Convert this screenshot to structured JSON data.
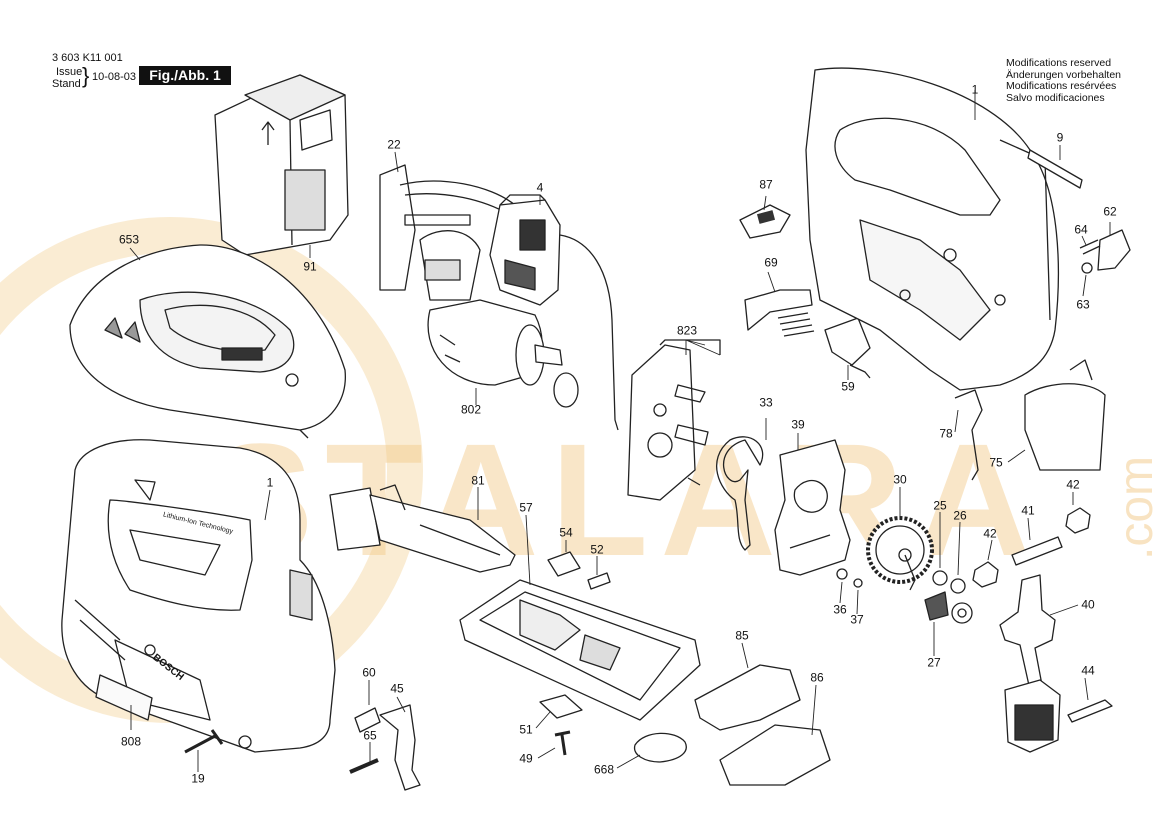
{
  "header": {
    "part_number": "3 603 K11 001",
    "issue_label": "Issue",
    "stand_label": "Stand",
    "date": "10-08-03",
    "figure_label": "Fig./Abb. 1"
  },
  "modifications": [
    "Modifications reserved",
    "Änderungen vorbehalten",
    "Modifications resérvées",
    "Salvo modificaciones"
  ],
  "watermark": {
    "text": "OSTALARA",
    "suffix": ".com",
    "color": "#f2c987"
  },
  "housing_text": {
    "brand": "BOSCH",
    "label": "Lithium-Ion Technology"
  },
  "parts": [
    "1",
    "1",
    "4",
    "9",
    "19",
    "22",
    "25",
    "26",
    "27",
    "30",
    "33",
    "36",
    "37",
    "39",
    "40",
    "41",
    "42",
    "42",
    "44",
    "45",
    "49",
    "51",
    "52",
    "54",
    "57",
    "59",
    "60",
    "62",
    "63",
    "64",
    "65",
    "69",
    "75",
    "78",
    "81",
    "85",
    "86",
    "87",
    "91",
    "653",
    "668",
    "802",
    "808",
    "823"
  ]
}
